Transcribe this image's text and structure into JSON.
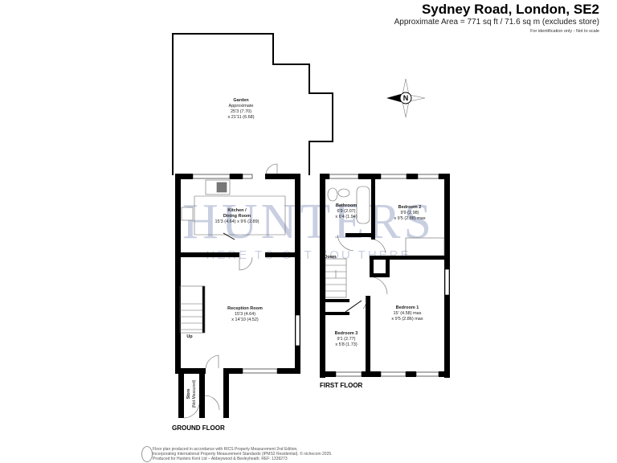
{
  "header": {
    "title": "Sydney Road, London, SE2",
    "area": "Approximate Area = 771 sq ft / 71.6 sq m (excludes store)",
    "note": "For identification only - Not to scale"
  },
  "watermark": {
    "brand": "HUNTERS",
    "registered": "®",
    "tagline": "HERE TO GET YOU THERE",
    "color": "#b8bfd8"
  },
  "compass": {
    "label": "N"
  },
  "rooms": {
    "garden": {
      "name": "Garden",
      "line1": "Approximate",
      "line2": "25'3 (7.70)",
      "line3": "x 21'11 (6.68)"
    },
    "kitchen": {
      "name": "Kitchen /",
      "name2": "Dining Room",
      "line1": "15'3 (4.64) x 9'6 (2.89)"
    },
    "reception": {
      "name": "Reception Room",
      "line1": "15'3 (4.64)",
      "line2": "x 14'10 (4.52)"
    },
    "store": {
      "name": "Store",
      "line1": "(Not Measured)"
    },
    "bathroom": {
      "name": "Bathroom",
      "line1": "6'9 (2.07)",
      "line2": "x 6'4 (1.94)"
    },
    "bedroom2": {
      "name": "Bedroom 2",
      "line1": "9'9 (2.98)",
      "line2": "x 9'5 (2.88) max"
    },
    "bedroom1": {
      "name": "Bedroom 1",
      "line1": "15' (4.58) max",
      "line2": "x 9'5 (2.86) max"
    },
    "bedroom3": {
      "name": "Bedroom 3",
      "line1": "9'1 (2.77)",
      "line2": "x 5'8 (1.73)"
    }
  },
  "stairs": {
    "up": "Up",
    "down": "Down"
  },
  "floors": {
    "ground": "GROUND FLOOR",
    "first": "FIRST FLOOR"
  },
  "footer": {
    "line1": "Floor plan produced in accordance with RICS Property Measurement 2nd Edition,",
    "line2": "Incorporating International Property Measurement Standards (IPMS2 Residential). © nichecom 2025.",
    "line3": "Produced for Hunters Kent Ltd – Abbeywood & Bexleyheath.   REF: 1339273"
  }
}
